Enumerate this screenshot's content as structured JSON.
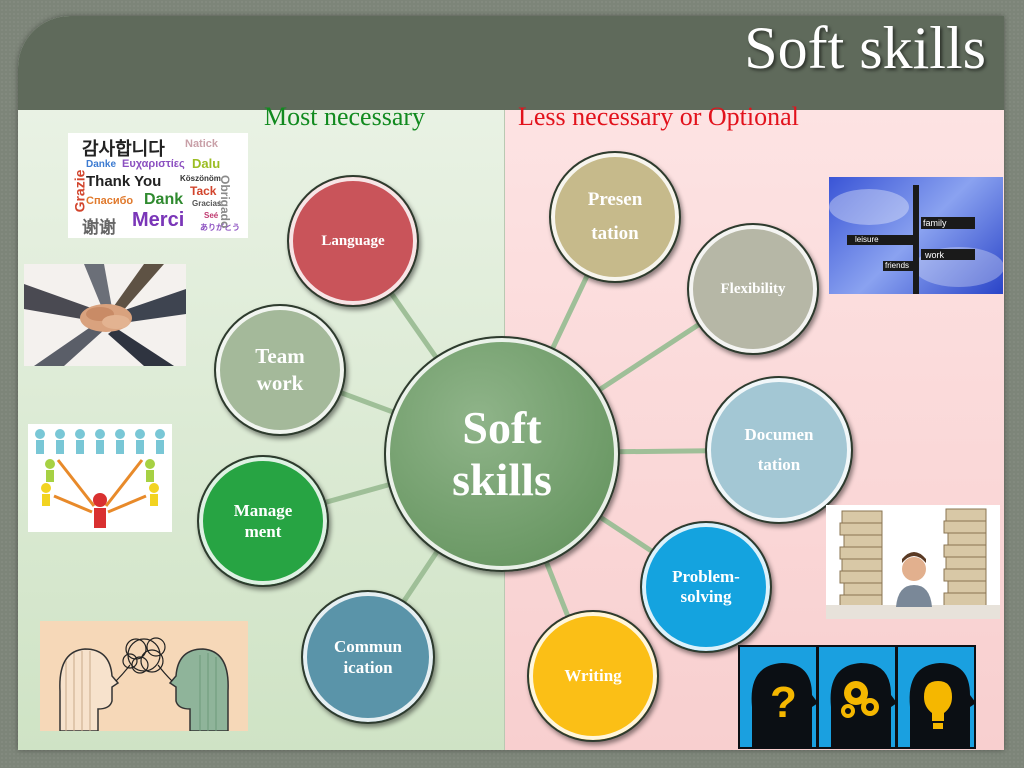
{
  "title": "Soft skills",
  "headings": {
    "left": "Most necessary",
    "right": "Less necessary or Optional"
  },
  "center": "Soft skills",
  "nodes": {
    "language": "Language",
    "teamwork": "Team work",
    "management": "Manage ment",
    "communication": "Commun ication",
    "presentation": "Presen tation",
    "flexibility": "Flexibility",
    "documentation": "Documen tation",
    "problem_solving": "Problem- solving",
    "writing": "Writing"
  },
  "thankyou_words": {
    "w1": "감사합니다",
    "w2": "Natick",
    "w3": "Danke",
    "w4": "Ευχαριστίες",
    "w5": "Dalu",
    "w6": "Thank You",
    "w7": "Köszönöm",
    "w8": "Tack",
    "w9": "Спасибо",
    "w10": "Dank",
    "w11": "Gracias",
    "w12": "谢谢",
    "w13": "Merci",
    "w14": "Seé",
    "w15": "ありがとう",
    "w16": "Grazie",
    "w17": "Obrigado"
  },
  "signpost": {
    "family": "family",
    "leisure": "leisure",
    "work": "work",
    "friends": "friends"
  },
  "colors": {
    "language": "#c9545a",
    "teamwork": "#a4b99a",
    "management": "#27a443",
    "communication": "#5a94a9",
    "presentation": "#c6ba8b",
    "flexibility": "#b6b7a6",
    "documentation": "#a3c7d4",
    "problem_solving": "#14a3df",
    "writing": "#fbbf16"
  }
}
